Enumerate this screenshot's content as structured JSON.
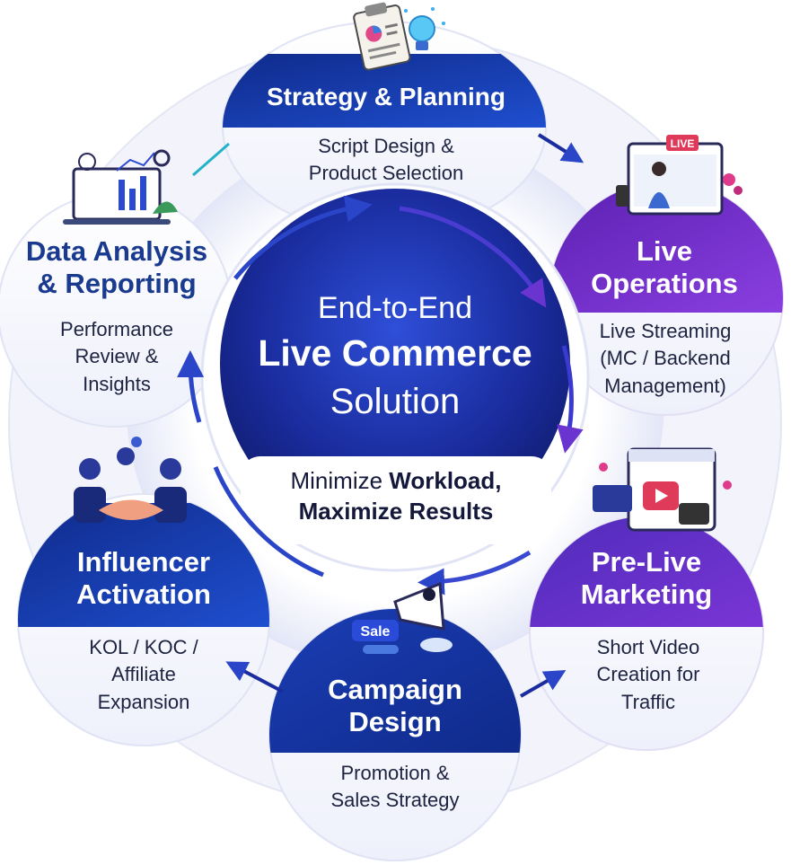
{
  "center": {
    "line1": "End-to-End",
    "line2": "Live Commerce",
    "line3": "Solution",
    "tagline_line1_regular": "Minimize ",
    "tagline_line1_bold": "Workload,",
    "tagline_line2": "Maximize Results"
  },
  "stages": {
    "strategy": {
      "title": "Strategy & Planning",
      "desc1": "Script Design &",
      "desc2": "Product Selection"
    },
    "live_ops": {
      "title1": "Live",
      "title2": "Operations",
      "desc1": "Live Streaming",
      "desc2": "(MC / Backend",
      "desc3": "Management)",
      "badge": "LIVE"
    },
    "pre_live": {
      "title1": "Pre-Live",
      "title2": "Marketing",
      "desc1": "Short Video",
      "desc2": "Creation for",
      "desc3": "Traffic"
    },
    "campaign": {
      "title1": "Campaign",
      "title2": "Design",
      "desc1": "Promotion &",
      "desc2": "Sales Strategy",
      "badge": "Sale"
    },
    "influencer": {
      "title1": "Influencer",
      "title2": "Activation",
      "desc1": "KOL / KOC /",
      "desc2": "Affiliate",
      "desc3": "Expansion"
    },
    "data": {
      "title1": "Data Analysis",
      "title2": "& Reporting",
      "desc1": "Performance",
      "desc2": "Review &",
      "desc3": "Insights"
    }
  },
  "icons": [
    "clipboard-icon",
    "lightbulb-icon",
    "streamer-icon",
    "video-post-icon",
    "megaphone-icon",
    "handshake-icon",
    "dashboard-icon"
  ],
  "colors": {
    "navy": "#14298c",
    "royal": "#1e49c8",
    "purple": "#6a24b8",
    "violet": "#8e3fd6",
    "title_blue": "#1a3a8f"
  }
}
